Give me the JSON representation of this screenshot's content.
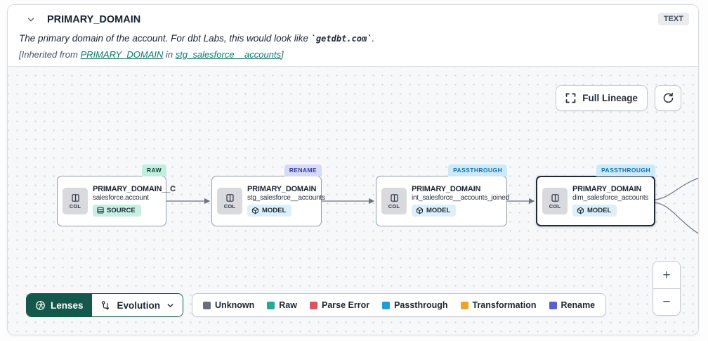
{
  "header": {
    "title": "PRIMARY_DOMAIN",
    "type_badge": "TEXT",
    "description": {
      "prefix": "The primary domain of the account. For dbt Labs, this would look like ",
      "code": "`getdbt.com`",
      "suffix": "."
    },
    "inherited": {
      "prefix": "[Inherited from ",
      "column_link": "PRIMARY_DOMAIN",
      "middle": " in ",
      "model_link": "stg_salesforce__accounts",
      "suffix": "]"
    }
  },
  "toolbar": {
    "full_lineage": "Full Lineage"
  },
  "graph": {
    "nodes": [
      {
        "badge": "RAW",
        "badge_bg": "#bdf0de",
        "badge_fg": "#1d3a33",
        "title": "PRIMARY_DOMAIN__C",
        "subtitle": "salesforce.account",
        "col_label": "COL",
        "chip": "SOURCE"
      },
      {
        "badge": "RENAME",
        "badge_bg": "#d6d9f8",
        "badge_fg": "#34399b",
        "title": "PRIMARY_DOMAIN",
        "subtitle": "stg_salesforce__accounts",
        "col_label": "COL",
        "chip": "MODEL"
      },
      {
        "badge": "PASSTHROUGH",
        "badge_bg": "#cde9fa",
        "badge_fg": "#0f74ad",
        "title": "PRIMARY_DOMAIN",
        "subtitle": "int_salesforce__accounts_joined",
        "col_label": "COL",
        "chip": "MODEL"
      },
      {
        "badge": "PASSTHROUGH",
        "badge_bg": "#cde9fa",
        "badge_fg": "#0f74ad",
        "title": "PRIMARY_DOMAIN",
        "subtitle": "dim_salesforce_accounts",
        "col_label": "COL",
        "chip": "MODEL"
      }
    ]
  },
  "controls": {
    "lenses": "Lenses",
    "lens_selected": "Evolution",
    "zoom_in": "+",
    "zoom_out": "−"
  },
  "legend": {
    "items": [
      {
        "label": "Unknown",
        "color": "#696f75"
      },
      {
        "label": "Raw",
        "color": "#1fad93"
      },
      {
        "label": "Parse Error",
        "color": "#e0535e"
      },
      {
        "label": "Passthrough",
        "color": "#1b9fd8"
      },
      {
        "label": "Transformation",
        "color": "#f0a41f"
      },
      {
        "label": "Rename",
        "color": "#5a5fd7"
      }
    ]
  },
  "colors": {
    "link_teal": "#0d7a6c",
    "lenses_bg": "#14584b",
    "edge": "#6d7580"
  }
}
